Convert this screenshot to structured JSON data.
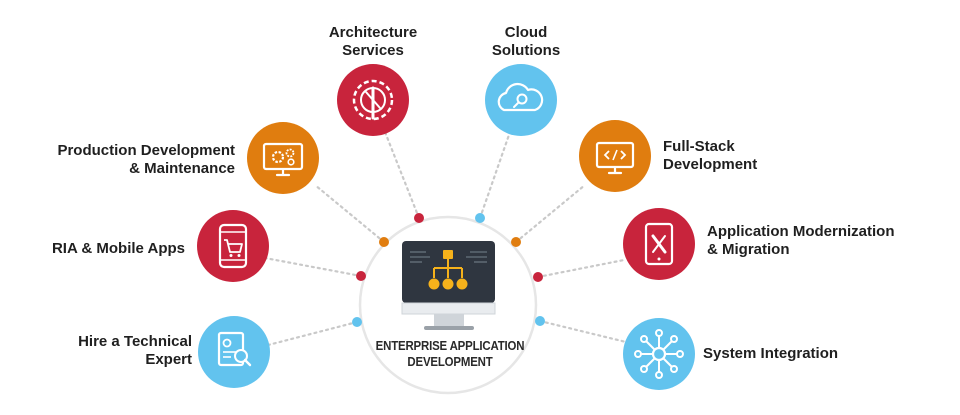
{
  "center": {
    "title_line1": "ENTERPRISE APPLICATION",
    "title_line2": "DEVELOPMENT",
    "icon": "monitor-flowchart-icon"
  },
  "services": [
    {
      "line1": "Architecture",
      "line2": "Services",
      "icon": "settings-tools-icon",
      "color": "#c8243c"
    },
    {
      "line1": "Cloud",
      "line2": "Solutions",
      "icon": "cloud-search-icon",
      "color": "#62c3ee"
    },
    {
      "line1": "Full-Stack",
      "line2": "Development",
      "icon": "code-monitor-icon",
      "color": "#e07d0f"
    },
    {
      "line1": "Application Modernization",
      "line2": "& Migration",
      "icon": "tablet-tools-icon",
      "color": "#c8243c"
    },
    {
      "line1": "System Integration",
      "line2": "",
      "icon": "network-hub-icon",
      "color": "#62c3ee"
    },
    {
      "line1": "Hire a Technical",
      "line2": "Expert",
      "icon": "profile-search-icon",
      "color": "#62c3ee"
    },
    {
      "line1": "RIA & Mobile Apps",
      "line2": "",
      "icon": "mobile-cart-icon",
      "color": "#c8243c"
    },
    {
      "line1": "Production Development",
      "line2": "& Maintenance",
      "icon": "monitor-gears-icon",
      "color": "#e07d0f"
    }
  ],
  "colors": {
    "red": "#c8243c",
    "orange": "#e07d0f",
    "blue": "#62c3ee",
    "dark": "#2f3640",
    "dots": "#c9c9c9"
  }
}
